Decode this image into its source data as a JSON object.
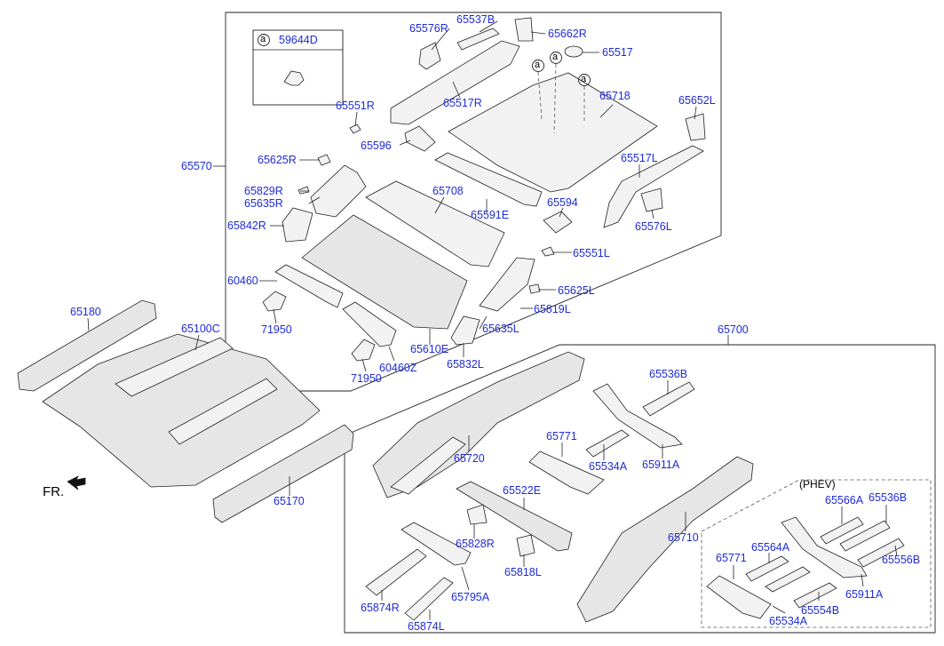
{
  "detail_box": {
    "callout": "a",
    "part": "59644D"
  },
  "callouts": [
    "a",
    "a",
    "a"
  ],
  "group_titles": {
    "g65570": "65570",
    "g65700": "65700",
    "phev": "(PHEV)"
  },
  "front_marker": "FR.",
  "labels": {
    "p65576R": "65576R",
    "p65537B": "65537B",
    "p65662R": "65662R",
    "p65517": "65517",
    "p65718": "65718",
    "p65652L": "65652L",
    "p65551R": "65551R",
    "p65517R": "65517R",
    "p65596": "65596",
    "p65625R": "65625R",
    "p65517L": "65517L",
    "p65829R": "65829R",
    "p65635R": "65635R",
    "p65708": "65708",
    "p65591E": "65591E",
    "p65594": "65594",
    "p65842R": "65842R",
    "p65576L": "65576L",
    "p65551L": "65551L",
    "p60460": "60460",
    "p65625L": "65625L",
    "p65819L": "65819L",
    "p71950a": "71950",
    "p65635L": "65635L",
    "p65610E": "65610E",
    "p65832L": "65832L",
    "p71950b": "71950",
    "p60460Z": "60460Z",
    "p65180": "65180",
    "p65100C": "65100C",
    "p65170": "65170",
    "p65536B": "65536B",
    "p65771": "65771",
    "p65720": "65720",
    "p65534A": "65534A",
    "p65911A": "65911A",
    "p65522E": "65522E",
    "p65710": "65710",
    "p65828R": "65828R",
    "p65818L": "65818L",
    "p65874R": "65874R",
    "p65795A": "65795A",
    "p65874L": "65874L",
    "p65566A": "65566A",
    "p65536B2": "65536B",
    "p65564A": "65564A",
    "p65556B": "65556B",
    "p65771b": "65771",
    "p65911A2": "65911A",
    "p65554B": "65554B",
    "p65534A2": "65534A"
  }
}
